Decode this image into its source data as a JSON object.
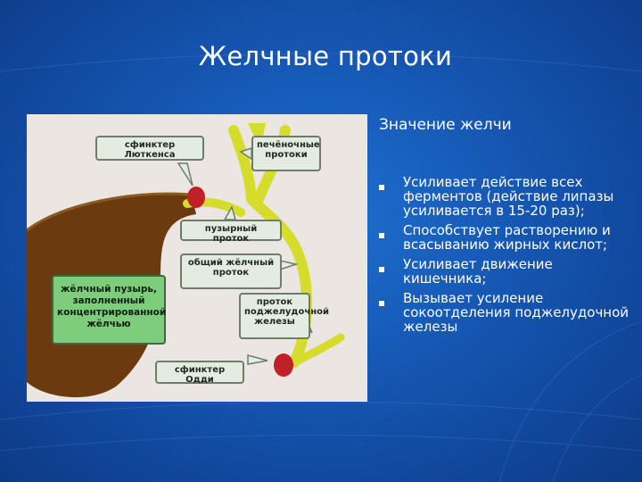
{
  "slide": {
    "title": "Желчные протоки"
  },
  "diagram": {
    "labels": {
      "lutkens_sphincter": "сфинктер Люткенса",
      "hepatic_ducts": "печёночные протоки",
      "cystic_duct": "пузырный проток",
      "common_bile_duct": "общий жёлчный проток",
      "gallbladder": "жёлчный пузырь, заполненный концентрированной жёлчью",
      "pancreatic_duct": "проток поджелудочной железы",
      "oddi_sphincter": "сфинктер Одди"
    },
    "colors": {
      "duct": "#d6dc2c",
      "gallbladder": "#6b3a0e",
      "sphincter": "#c0202a",
      "label_green": "#7dcd7c"
    }
  },
  "info": {
    "heading": "Значение желчи",
    "bullets": [
      "Усиливает действие всех ферментов (действие липазы усиливается в 15-20 раз);",
      "Способствует растворению и всасыванию жирных кислот;",
      "Усиливает движение кишечника;",
      "Вызывает усиление сокоотделения поджелудочной железы"
    ]
  }
}
